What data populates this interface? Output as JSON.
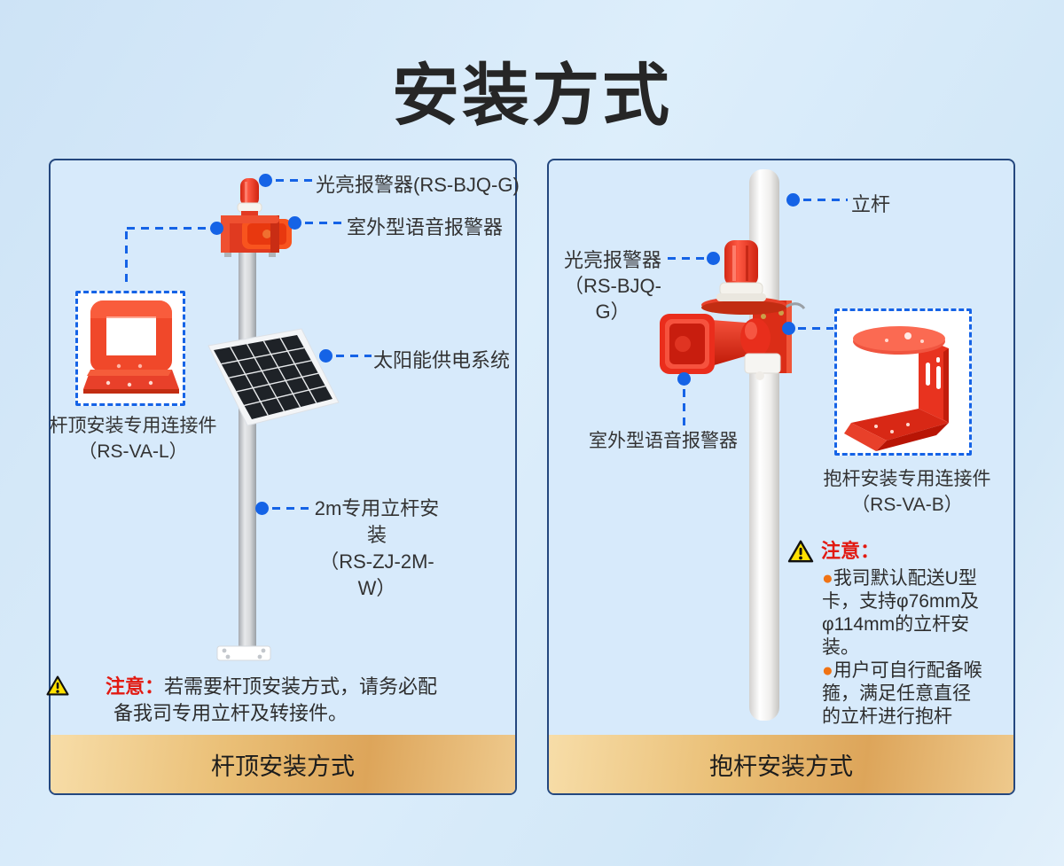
{
  "title": "安装方式",
  "left": {
    "caption": "杆顶安装方式",
    "label_beacon": "光亮报警器(RS-BJQ-G)",
    "label_speaker": "室外型语音报警器",
    "label_solar": "太阳能供电系统",
    "label_connector_line1": "杆顶安装专用连接件",
    "label_connector_line2": "（RS-VA-L）",
    "label_pole_line1": "2m专用立杆安装",
    "label_pole_line2": "（RS-ZJ-2M-W）",
    "notice_title": "注意：",
    "notice_body": "若需要杆顶安装方式，请务必配备我司专用立杆及转接件。"
  },
  "right": {
    "caption": "抱杆安装方式",
    "label_pole": "立杆",
    "label_beacon_line1": "光亮报警器",
    "label_beacon_line2": "（RS-BJQ-G）",
    "label_speaker": "室外型语音报警器",
    "label_connector_line1": "抱杆安装专用连接件",
    "label_connector_line2": "（RS-VA-B）",
    "notice_title": "注意：",
    "notice_items": [
      {
        "bullet": "●",
        "text": "我司默认配送U型卡，支持φ76mm及φ114mm的立杆安装。"
      },
      {
        "bullet": "●",
        "text": "用户可自行配备喉箍，满足任意直径的立杆进行抱杆"
      }
    ]
  },
  "colors": {
    "accent_blue": "#1563e6",
    "device_red": "#ea2d1c",
    "notice_red": "#e21a12",
    "bullet_orange": "#f07314",
    "caption_gold": "#dda55a",
    "panel_border": "#24477e",
    "warning_yellow": "#ffe000"
  }
}
